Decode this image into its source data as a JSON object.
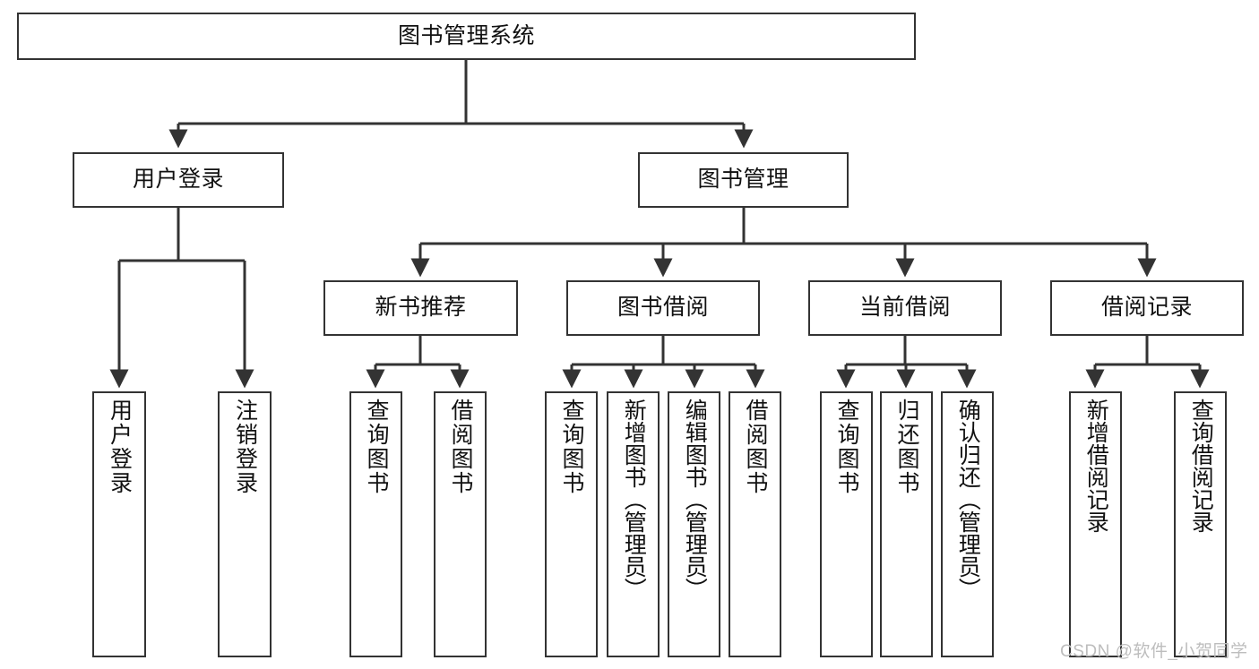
{
  "diagram": {
    "title": "图书管理系统",
    "type": "tree",
    "orientation": "top-down",
    "style": {
      "box_border_color": "#333333",
      "box_fill_color": "#ffffff",
      "connector_color": "#333333",
      "background_color": "#ffffff",
      "text_color": "#111111"
    },
    "nodes": {
      "root": {
        "label": "图书管理系统"
      },
      "level2": [
        {
          "label": "用户登录"
        },
        {
          "label": "图书管理"
        }
      ],
      "level3": [
        {
          "label": "新书推荐"
        },
        {
          "label": "图书借阅"
        },
        {
          "label": "当前借阅"
        },
        {
          "label": "借阅记录"
        }
      ],
      "leaves_user_login": [
        {
          "label": "用户登录"
        },
        {
          "label": "注销登录"
        }
      ],
      "leaves_new_book": [
        {
          "label": "查询图书"
        },
        {
          "label": "借阅图书"
        }
      ],
      "leaves_borrow": [
        {
          "label": "查询图书"
        },
        {
          "label": "新增图书（管理员）"
        },
        {
          "label": "编辑图书（管理员）"
        },
        {
          "label": "借阅图书"
        }
      ],
      "leaves_current": [
        {
          "label": "查询图书"
        },
        {
          "label": "归还图书"
        },
        {
          "label": "确认归还（管理员）"
        }
      ],
      "leaves_records": [
        {
          "label": "新增借阅记录"
        },
        {
          "label": "查询借阅记录"
        }
      ]
    }
  },
  "watermark": {
    "text": "CSDN @软件_小贺同学"
  }
}
